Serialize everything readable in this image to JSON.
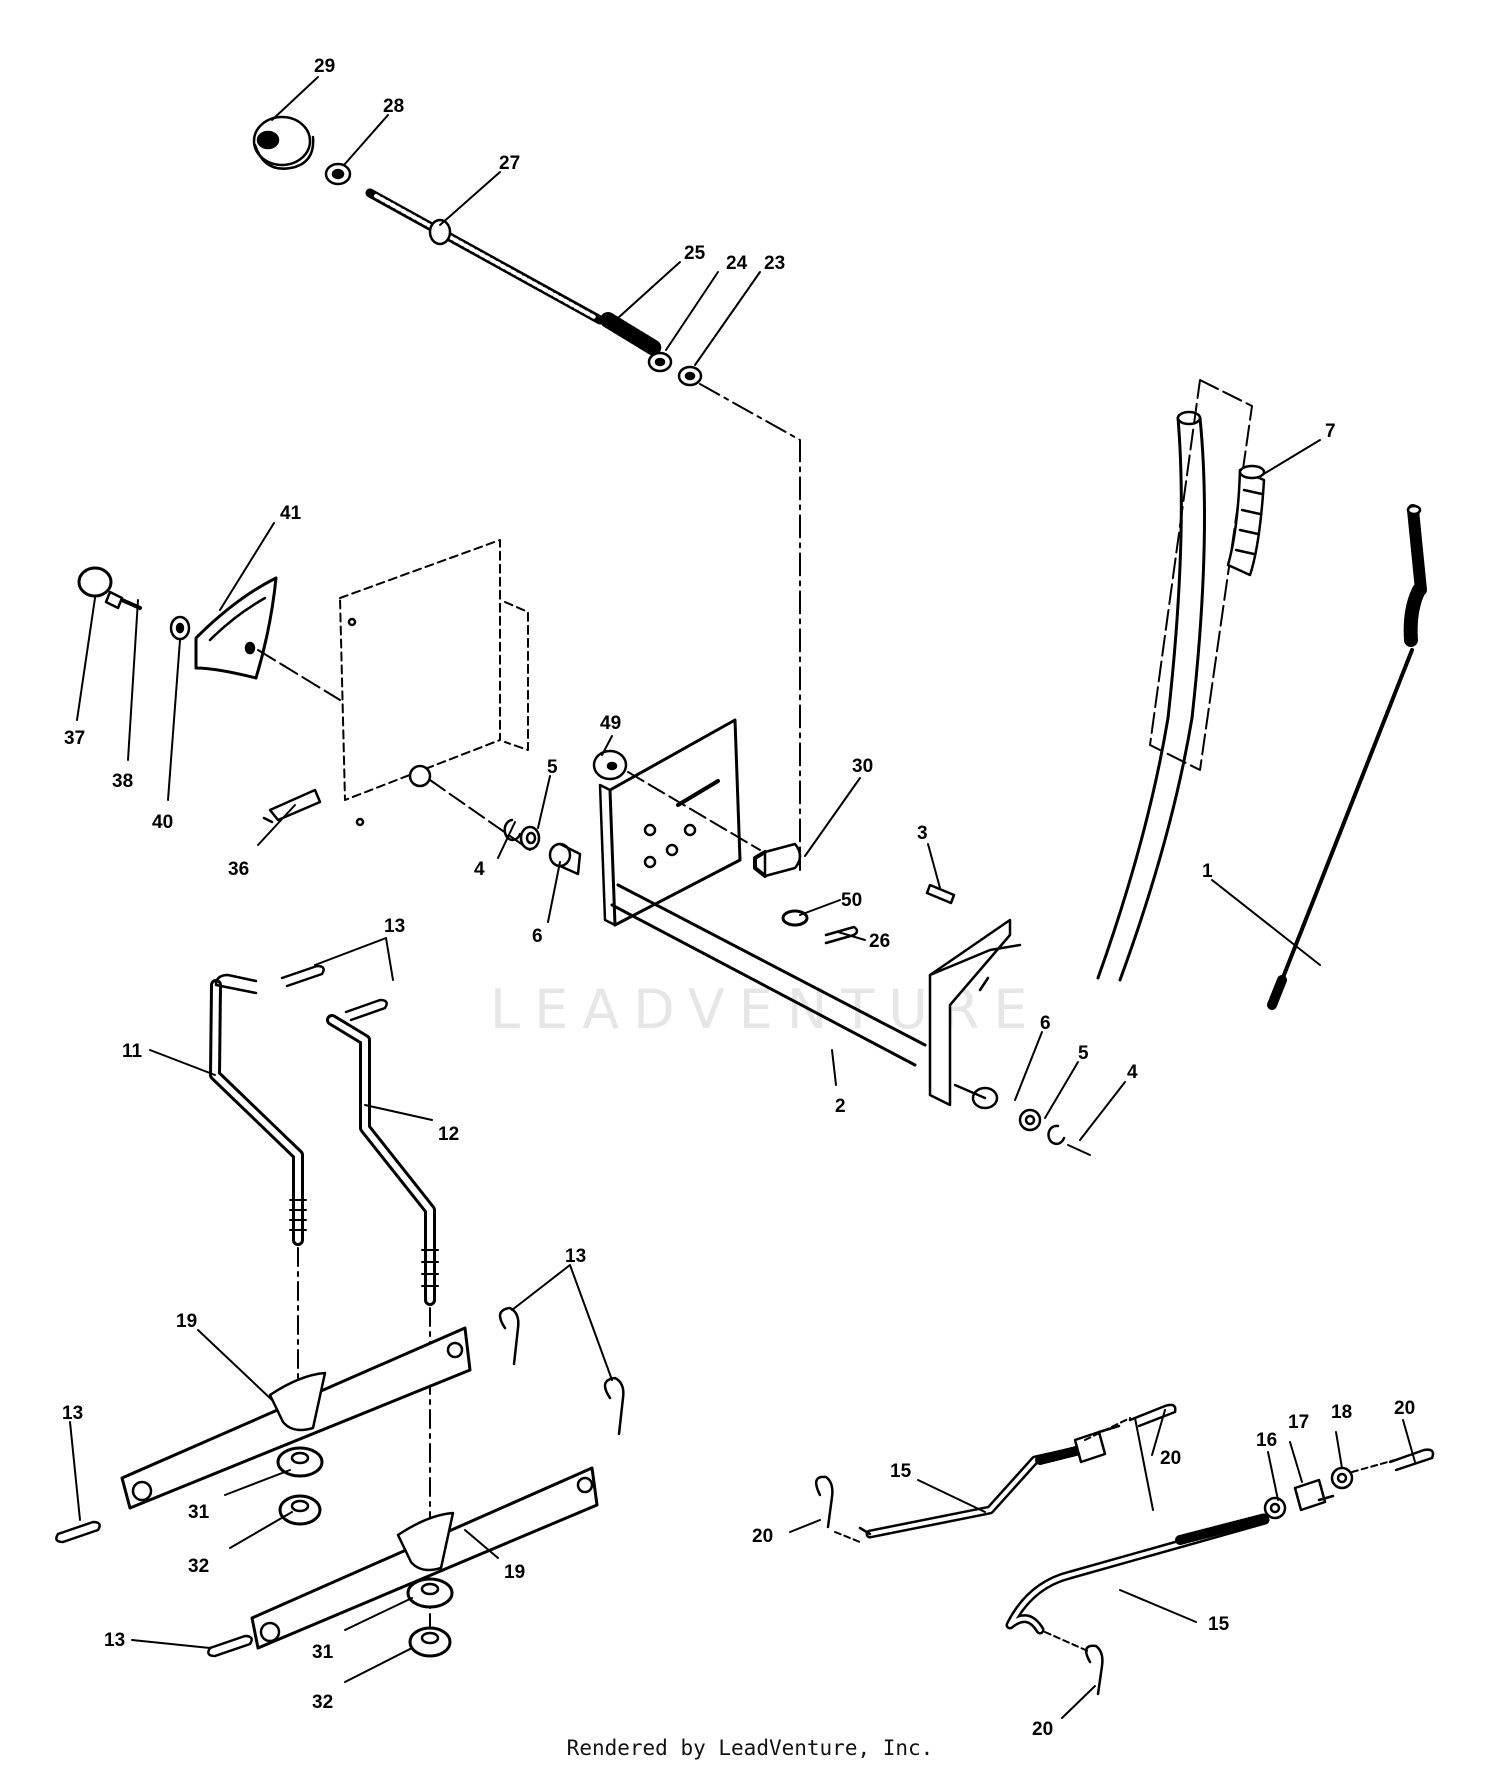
{
  "watermark": "LEADVENTURE",
  "credit": "Rendered by LeadVenture, Inc.",
  "callouts": {
    "c29": "29",
    "c28": "28",
    "c27": "27",
    "c25": "25",
    "c24": "24",
    "c23": "23",
    "c7": "7",
    "c41": "41",
    "c37": "37",
    "c38": "38",
    "c40": "40",
    "c36": "36",
    "c49": "49",
    "c5a": "5",
    "c4a": "4",
    "c6a": "6",
    "c30": "30",
    "c3": "3",
    "c50": "50",
    "c26": "26",
    "c1": "1",
    "c13a": "13",
    "c11": "11",
    "c12": "12",
    "c2": "2",
    "c6b": "6",
    "c5b": "5",
    "c4b": "4",
    "c13b": "13",
    "c19a": "19",
    "c13c": "13",
    "c31a": "31",
    "c32a": "32",
    "c19b": "19",
    "c13d": "13",
    "c31b": "31",
    "c32b": "32",
    "c20a": "20",
    "c20b": "20",
    "c20c": "20",
    "c16": "16",
    "c17": "17",
    "c18": "18",
    "c15a": "15",
    "c15b": "15",
    "c20d": "20"
  }
}
